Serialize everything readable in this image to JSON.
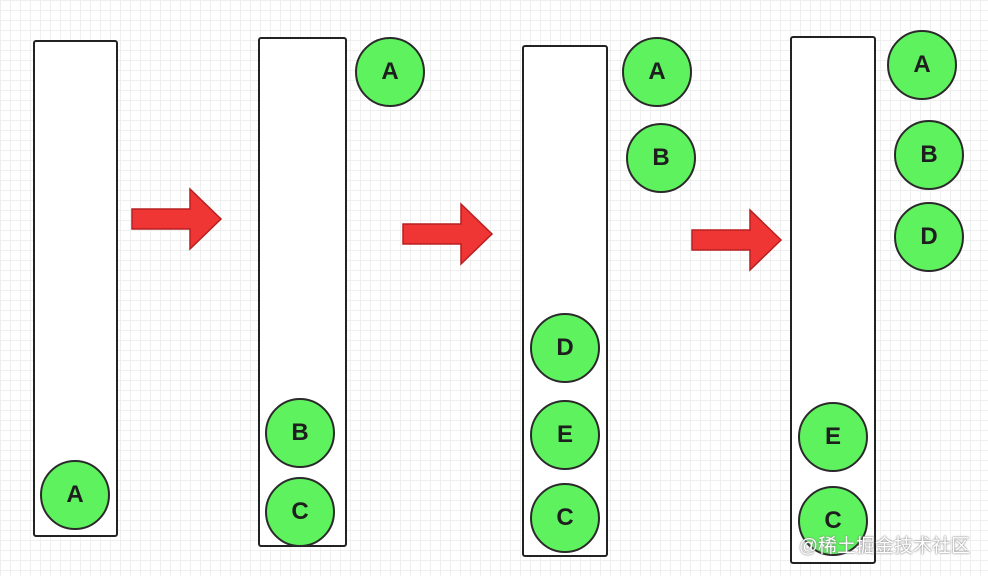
{
  "colors": {
    "node_fill": "#5ef25e",
    "node_stroke": "#2a2a2a",
    "arrow_fill": "#f03535",
    "box_stroke": "#222222"
  },
  "stages": [
    {
      "stack": [
        "A"
      ],
      "outside": []
    },
    {
      "stack": [
        "B",
        "C"
      ],
      "outside": [
        "A"
      ]
    },
    {
      "stack": [
        "D",
        "E",
        "C"
      ],
      "outside": [
        "A",
        "B"
      ]
    },
    {
      "stack": [
        "E",
        "C"
      ],
      "outside": [
        "A",
        "B",
        "D"
      ]
    }
  ],
  "arrows": [
    "right-arrow-icon",
    "right-arrow-icon",
    "right-arrow-icon"
  ],
  "watermark": "@稀土掘金技术社区"
}
